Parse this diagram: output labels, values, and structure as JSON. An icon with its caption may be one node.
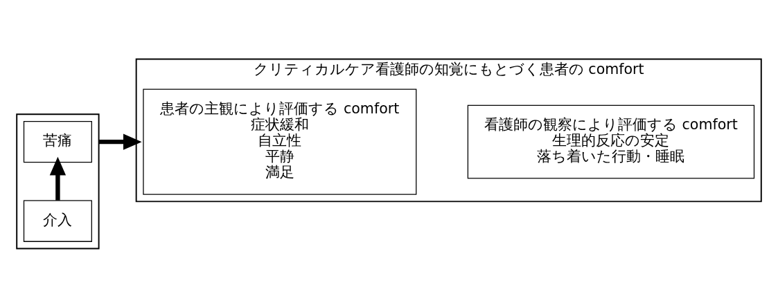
{
  "diagram": {
    "nodes": [
      {
        "text": [],
        "shape": "box"
      },
      {
        "text": [
          "苦痛"
        ],
        "in": 0
      },
      {
        "text": [
          "介入"
        ],
        "in": 0
      },
      {
        "text": [
          "クリティカルケア看護師の知覚にもとづく患者の comfort"
        ]
      },
      {
        "text": [
          "患者の主観により評価する comfort",
          "症状緩和",
          "自立性",
          "平静",
          "満足"
        ],
        "in": 3
      },
      {
        "text": [
          "看護師の観察により評価する comfort",
          "生理的反応の安定",
          "落ち着いた行動・睡眠"
        ],
        "in": 3
      }
    ],
    "edges": [
      {
        "from": 2,
        "to": 1,
        "arrow": "to"
      },
      {
        "from": 0,
        "to": 3,
        "arrow": "to"
      }
    ]
  }
}
